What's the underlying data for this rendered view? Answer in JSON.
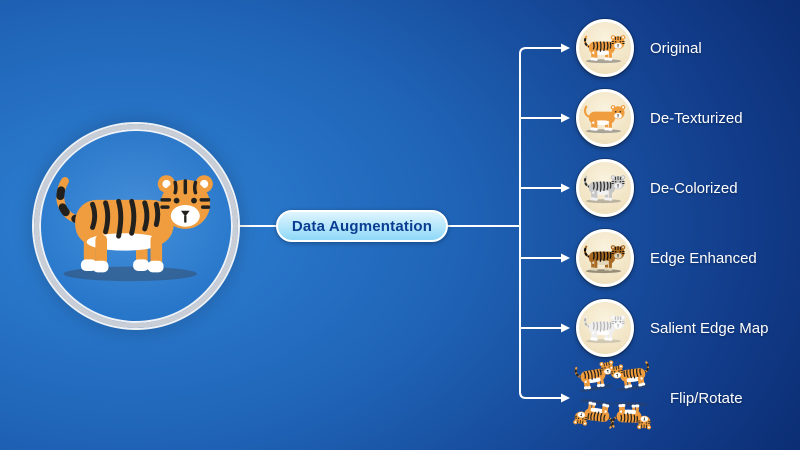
{
  "diagram": {
    "root_label": "Data Augmentation",
    "source": {
      "name": "tiger-illustration"
    },
    "items": [
      {
        "label": "Original",
        "variant": "original"
      },
      {
        "label": "De-Texturized",
        "variant": "de-texturized"
      },
      {
        "label": "De-Colorized",
        "variant": "de-colorized"
      },
      {
        "label": "Edge Enhanced",
        "variant": "edge-enhanced"
      },
      {
        "label": "Salient Edge Map",
        "variant": "salient-edge-map"
      },
      {
        "label": "Flip/Rotate",
        "variant": "flip-rotate"
      }
    ],
    "colors": {
      "background_light": "#2f83d6",
      "background_dark": "#071e52",
      "connector": "#ffffff",
      "pill_bg_top": "#dff5fe",
      "pill_bg_bottom": "#8ed9f8",
      "pill_text": "#0a3d91",
      "label_text": "#ffffff",
      "thumb_bg": "#f1e3c2",
      "ring": "#c9ced6"
    }
  }
}
